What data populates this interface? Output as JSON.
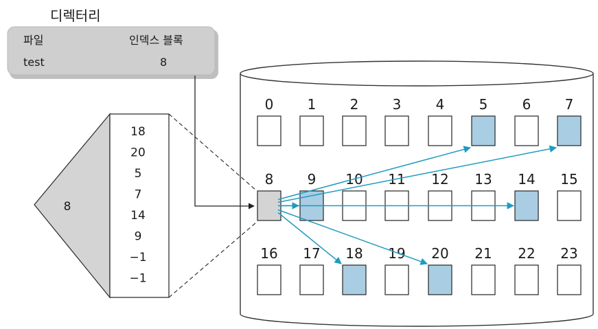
{
  "directory": {
    "title": "디렉터리",
    "col_file": "파일",
    "col_index_block": "인덱스 블록",
    "file_name": "test",
    "index_block_value": "8"
  },
  "index_block": {
    "label": "8",
    "entries": [
      "18",
      "20",
      "5",
      "7",
      "14",
      "9",
      "−1",
      "−1"
    ]
  },
  "disk": {
    "rows": [
      {
        "numbers": [
          "0",
          "1",
          "2",
          "3",
          "4",
          "5",
          "6",
          "7"
        ],
        "filled": [
          false,
          false,
          false,
          false,
          false,
          true,
          false,
          true
        ]
      },
      {
        "numbers": [
          "8",
          "9",
          "10",
          "11",
          "12",
          "13",
          "14",
          "15"
        ],
        "filled": [
          "index",
          true,
          false,
          false,
          false,
          false,
          true,
          false
        ]
      },
      {
        "numbers": [
          "16",
          "17",
          "18",
          "19",
          "20",
          "21",
          "22",
          "23"
        ],
        "filled": [
          false,
          false,
          true,
          false,
          true,
          false,
          false,
          false
        ]
      }
    ],
    "pointer_targets": [
      "18",
      "20",
      "5",
      "7",
      "14",
      "9"
    ]
  },
  "colors": {
    "filled_block": "#a9cde3",
    "index_block": "#d4d4d4",
    "arrow": "#1f9bbf",
    "directory_bg": "#cfcfcf"
  }
}
